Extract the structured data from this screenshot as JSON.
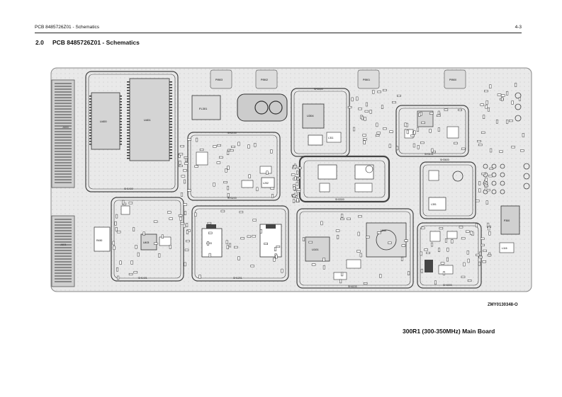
{
  "header": {
    "left": "PCB 8485726Z01 - Schematics",
    "right": "4-3"
  },
  "section": {
    "number": "2.0",
    "title": "PCB 8485726Z01 - Schematics"
  },
  "board": {
    "blocks": [
      {
        "label": "SH1400"
      },
      {
        "label": "SH2100"
      },
      {
        "label": "SH3400"
      },
      {
        "label": "SH1201"
      },
      {
        "label": "SH3200"
      },
      {
        "label": "SH3300"
      },
      {
        "label": "SH3101"
      },
      {
        "label": "SH4100"
      },
      {
        "label": "SH4000"
      },
      {
        "label": "SH1401"
      },
      {
        "label": "SH3600"
      }
    ],
    "connectors": [
      {
        "label": "J400"
      },
      {
        "label": "J401"
      },
      {
        "label": "P300"
      }
    ],
    "pads": [
      {
        "label": "P9500"
      },
      {
        "label": "P9501"
      },
      {
        "label": "P9502"
      },
      {
        "label": "P9503"
      }
    ],
    "parts": [
      {
        "label": "U400"
      },
      {
        "label": "U401"
      },
      {
        "label": "U403"
      },
      {
        "label": "FL301"
      },
      {
        "label": "L203"
      },
      {
        "label": "L202"
      },
      {
        "label": "L311"
      },
      {
        "label": "L301"
      },
      {
        "label": "U304"
      },
      {
        "label": "R450"
      },
      {
        "label": "L116"
      },
      {
        "label": "U101"
      },
      {
        "label": "U110"
      }
    ]
  },
  "figure_code": "ZMY0130348-O",
  "board_title": "300R1 (300-350MHz) Main Board"
}
